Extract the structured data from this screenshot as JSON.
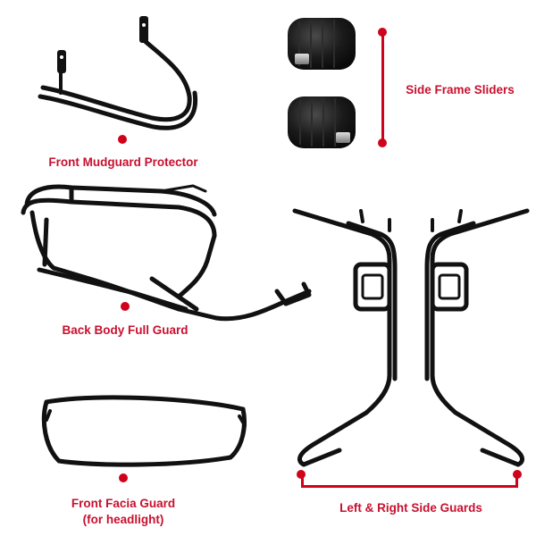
{
  "accent_color": "#c8102e",
  "parts": [
    {
      "name": "Front Mudguard Protector"
    },
    {
      "name": "Side Frame Sliders"
    },
    {
      "name": "Back Body Full Guard"
    },
    {
      "name": "Front Facia Guard",
      "sub": "(for headlight)"
    },
    {
      "name": "Left & Right Side Guards"
    }
  ]
}
